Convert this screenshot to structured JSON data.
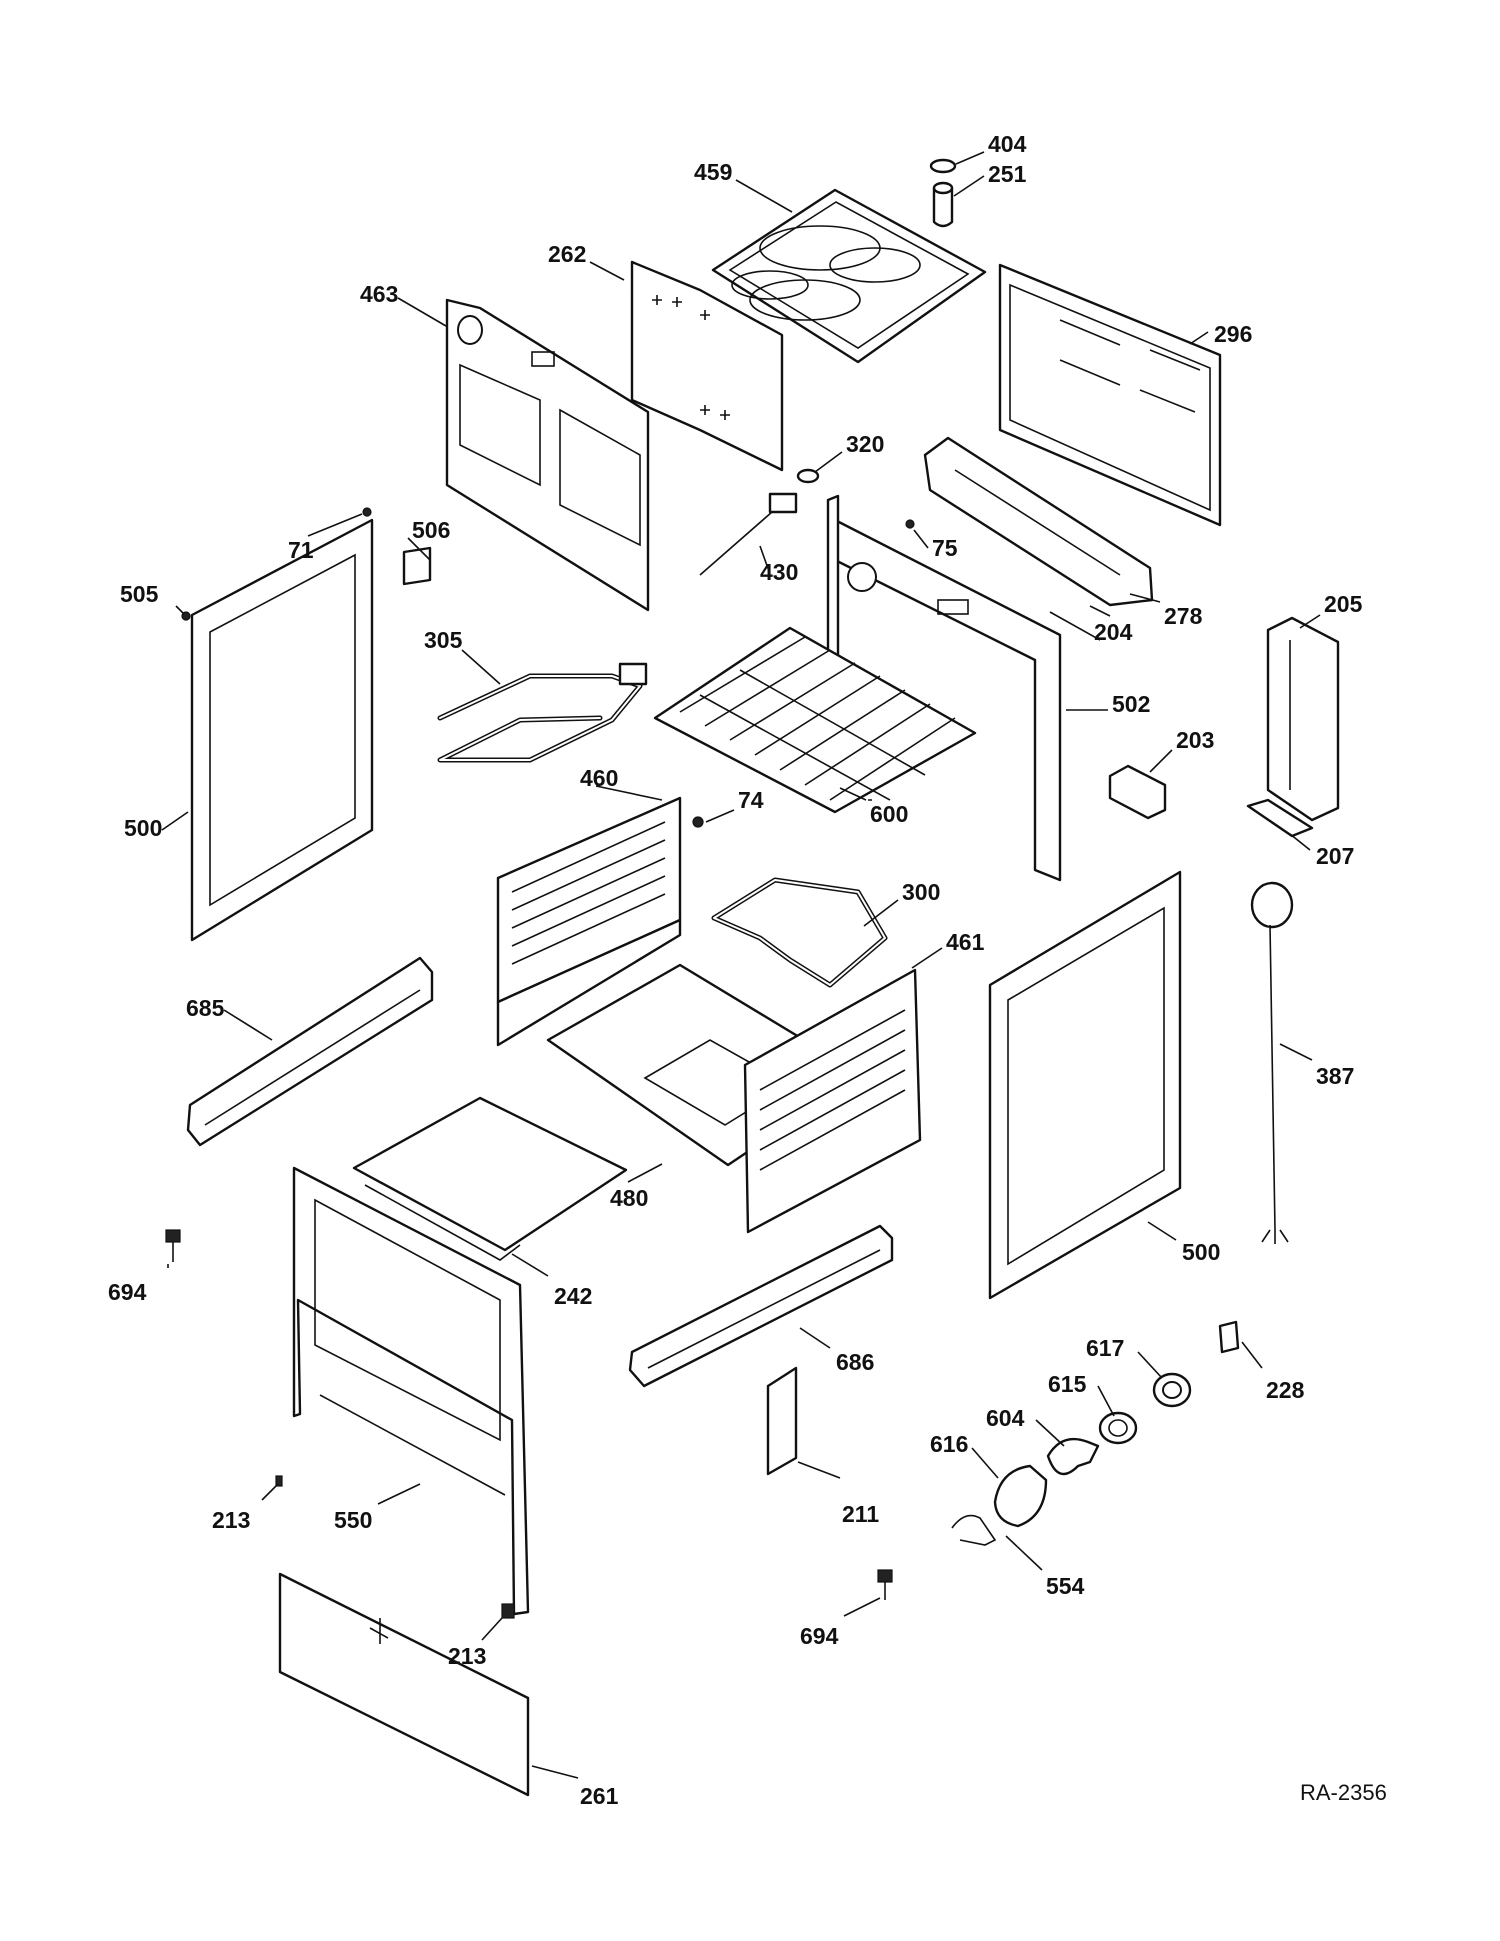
{
  "diagram_code": "RA-2356",
  "callouts": [
    {
      "id": "404",
      "label": "404"
    },
    {
      "id": "251",
      "label": "251"
    },
    {
      "id": "459",
      "label": "459"
    },
    {
      "id": "262",
      "label": "262"
    },
    {
      "id": "463",
      "label": "463"
    },
    {
      "id": "296",
      "label": "296"
    },
    {
      "id": "320",
      "label": "320"
    },
    {
      "id": "71",
      "label": "71"
    },
    {
      "id": "506",
      "label": "506"
    },
    {
      "id": "75",
      "label": "75"
    },
    {
      "id": "430",
      "label": "430"
    },
    {
      "id": "505",
      "label": "505"
    },
    {
      "id": "278",
      "label": "278"
    },
    {
      "id": "204",
      "label": "204"
    },
    {
      "id": "205",
      "label": "205"
    },
    {
      "id": "305",
      "label": "305"
    },
    {
      "id": "502",
      "label": "502"
    },
    {
      "id": "203",
      "label": "203"
    },
    {
      "id": "460",
      "label": "460"
    },
    {
      "id": "74",
      "label": "74"
    },
    {
      "id": "600",
      "label": "600"
    },
    {
      "id": "500a",
      "label": "500"
    },
    {
      "id": "207",
      "label": "207"
    },
    {
      "id": "300",
      "label": "300"
    },
    {
      "id": "461",
      "label": "461"
    },
    {
      "id": "685",
      "label": "685"
    },
    {
      "id": "387",
      "label": "387"
    },
    {
      "id": "480",
      "label": "480"
    },
    {
      "id": "694a",
      "label": "694"
    },
    {
      "id": "500b",
      "label": "500"
    },
    {
      "id": "242",
      "label": "242"
    },
    {
      "id": "617",
      "label": "617"
    },
    {
      "id": "686",
      "label": "686"
    },
    {
      "id": "615",
      "label": "615"
    },
    {
      "id": "228",
      "label": "228"
    },
    {
      "id": "604",
      "label": "604"
    },
    {
      "id": "616",
      "label": "616"
    },
    {
      "id": "213a",
      "label": "213"
    },
    {
      "id": "550",
      "label": "550"
    },
    {
      "id": "211",
      "label": "211"
    },
    {
      "id": "554",
      "label": "554"
    },
    {
      "id": "213b",
      "label": "213"
    },
    {
      "id": "694b",
      "label": "694"
    },
    {
      "id": "261",
      "label": "261"
    }
  ]
}
